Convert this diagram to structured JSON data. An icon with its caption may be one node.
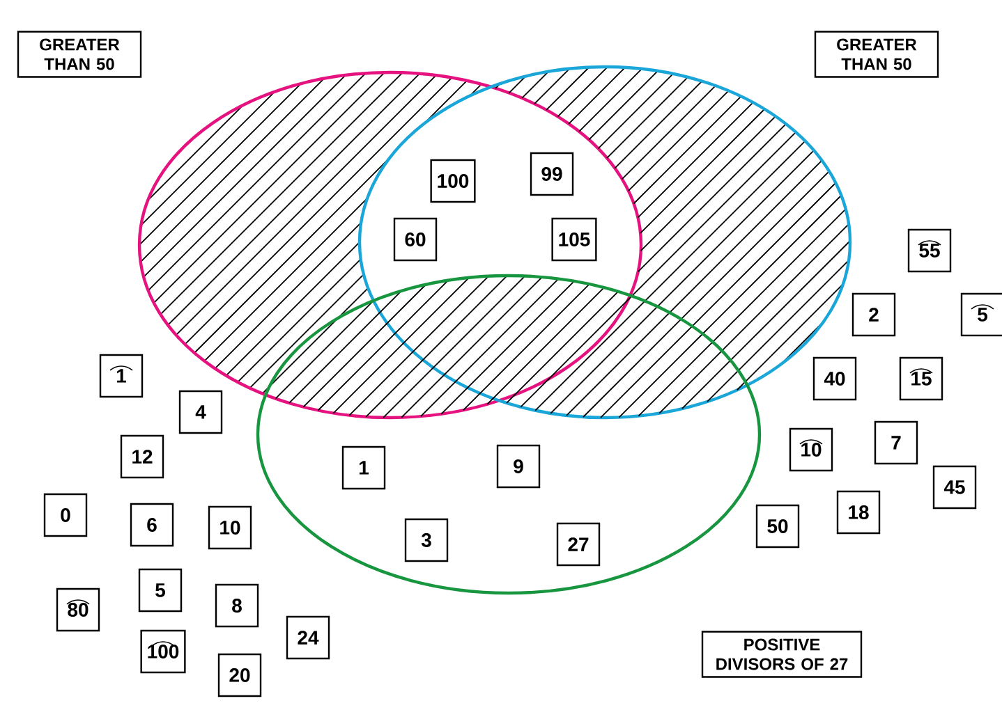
{
  "diagram": {
    "nodes": [
      {
        "text": [
          "GREATER THAN 50"
        ]
      },
      {
        "text": [
          "GREATER THAN 50"
        ]
      },
      {
        "text": [],
        "shape": "circle"
      },
      {
        "text": [],
        "shape": "circle"
      },
      {
        "text": [],
        "shape": "circle"
      },
      {
        "text": [
          "100"
        ]
      },
      {
        "text": [
          "99"
        ]
      },
      {
        "text": [
          "60"
        ]
      },
      {
        "text": [
          "105"
        ]
      },
      {
        "text": [
          "55"
        ]
      },
      {
        "text": [
          "2"
        ]
      },
      {
        "text": [
          "5"
        ]
      },
      {
        "text": [
          "1"
        ]
      },
      {
        "text": [
          "40"
        ]
      },
      {
        "text": [
          "15"
        ]
      },
      {
        "text": [
          "4"
        ]
      },
      {
        "text": [
          "10"
        ]
      },
      {
        "text": [
          "7"
        ]
      },
      {
        "text": [
          "12"
        ]
      },
      {
        "text": [
          "1"
        ],
        "in": 4
      },
      {
        "text": [
          "9"
        ],
        "in": 4
      },
      {
        "text": [
          "45"
        ]
      },
      {
        "text": [
          "0"
        ]
      },
      {
        "text": [
          "6"
        ]
      },
      {
        "text": [
          "10"
        ]
      },
      {
        "text": [
          "18"
        ]
      },
      {
        "text": [
          "3"
        ],
        "in": 4
      },
      {
        "text": [
          "27"
        ],
        "in": 4
      },
      {
        "text": [
          "50"
        ]
      },
      {
        "text": [
          "5"
        ]
      },
      {
        "text": [
          "8"
        ]
      },
      {
        "text": [
          "80"
        ]
      },
      {
        "text": [
          "24"
        ]
      },
      {
        "text": [
          "100"
        ]
      },
      {
        "text": [
          "20"
        ]
      },
      {
        "text": [
          "POSITIVE DIVISORS OF 27"
        ]
      }
    ]
  }
}
